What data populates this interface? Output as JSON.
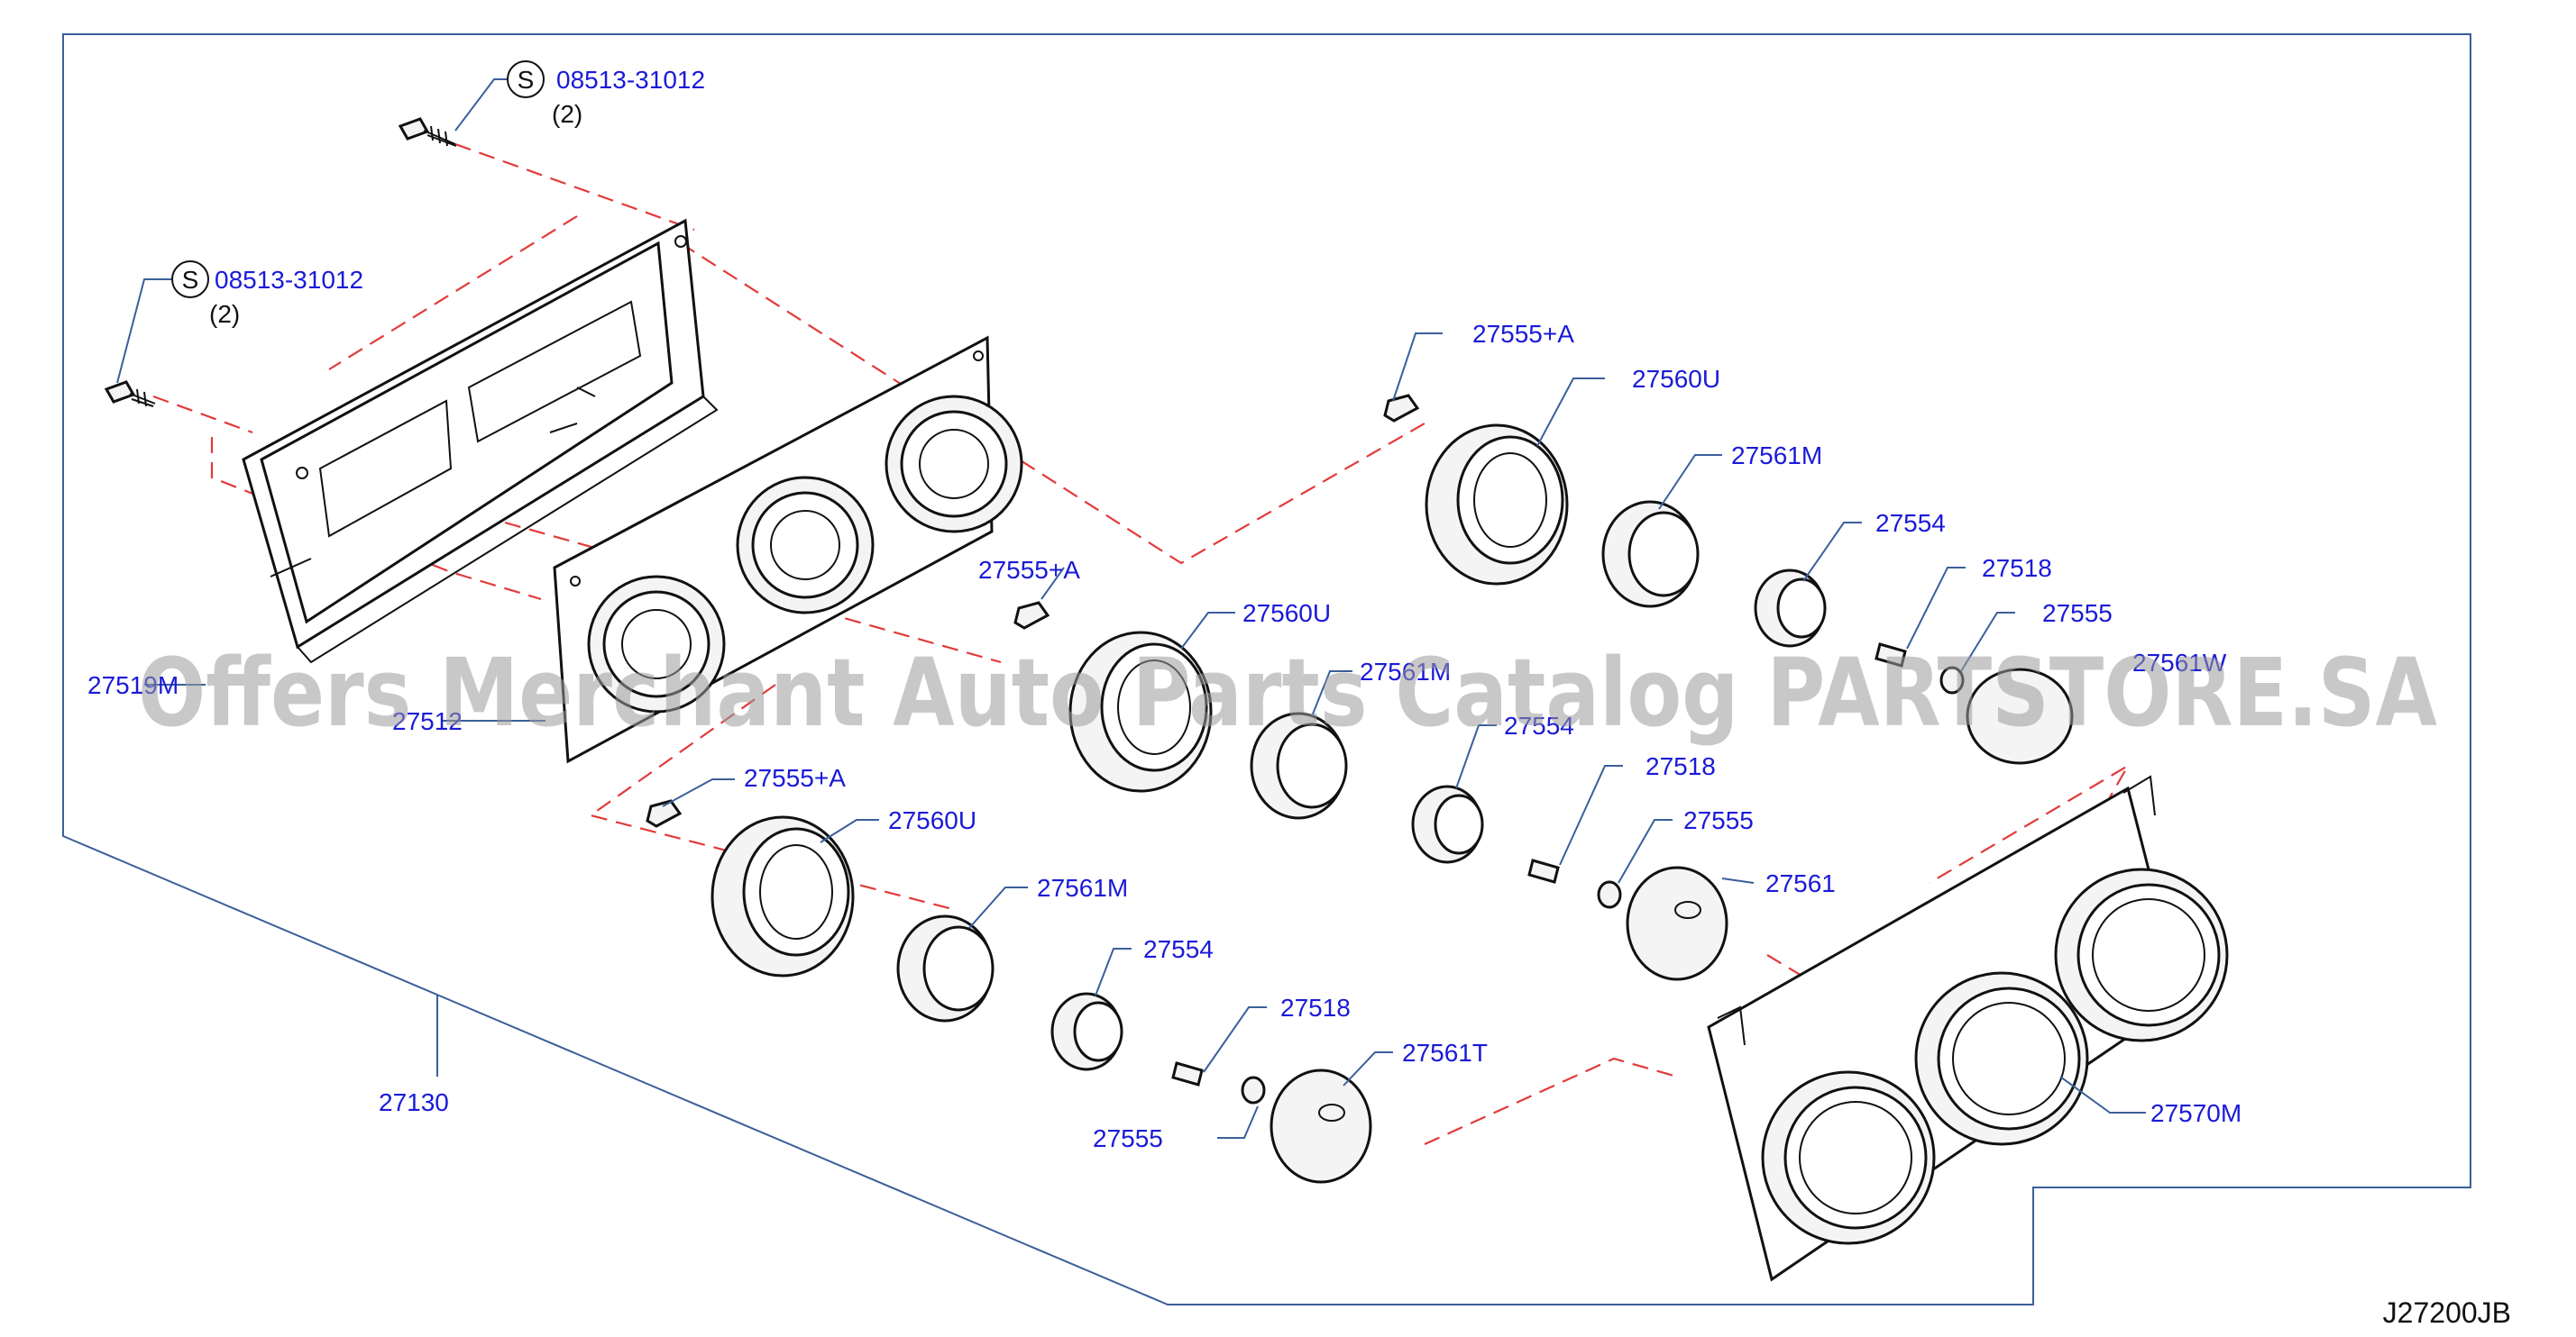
{
  "diagram_code": "J27200JB",
  "watermark": "Offers Merchant Auto Parts Catalog PARTSTORE.SA",
  "colors": {
    "callout": "#1a1ad8",
    "frame": "#3a5f9a",
    "dash": "#e23a3a",
    "ink": "#111111",
    "watermark": "#9a9a9a"
  },
  "screws": [
    {
      "symbol": "S",
      "part_number": "08513-31012",
      "quantity": "(2)"
    },
    {
      "symbol": "S",
      "part_number": "08513-31012",
      "quantity": "(2)"
    }
  ],
  "callouts": {
    "c27519M": "27519M",
    "c27512": "27512",
    "c27130": "27130",
    "c27570M": "27570M",
    "c27555A_1": "27555+A",
    "c27560U_1": "27560U",
    "c27561M_1": "27561M",
    "c27554_1": "27554",
    "c27518_1": "27518",
    "c27555_1": "27555",
    "c27561W": "27561W",
    "c27555A_2": "27555+A",
    "c27560U_2": "27560U",
    "c27561M_2": "27561M",
    "c27554_2": "27554",
    "c27518_2": "27518",
    "c27555_2": "27555",
    "c27561": "27561",
    "c27555A_3": "27555+A",
    "c27560U_3": "27560U",
    "c27561M_3": "27561M",
    "c27554_3": "27554",
    "c27518_3": "27518",
    "c27561T": "27561T",
    "c27555_3": "27555"
  }
}
